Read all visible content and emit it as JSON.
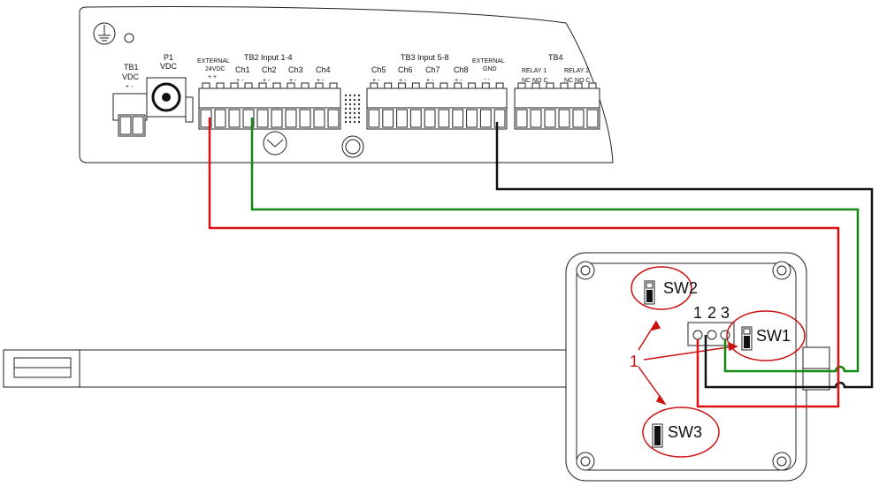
{
  "controller": {
    "tb1": {
      "label": "TB1",
      "sub": "VDC",
      "polarity": "+  -"
    },
    "p1": {
      "label": "P1",
      "sub": "VDC"
    },
    "tb2": {
      "title": "TB2 Input 1-4",
      "external_label": "EXTERNAL",
      "external_sub": "24VDC",
      "external_pol": "+ +",
      "channels": [
        "Ch1",
        "Ch2",
        "Ch3",
        "Ch4"
      ]
    },
    "tb3": {
      "title": "TB3 Input 5-8",
      "channels": [
        "Ch5",
        "Ch6",
        "Ch7",
        "Ch8"
      ],
      "external_label": "EXTERNAL",
      "external_sub": "GND",
      "external_pol": "-  -"
    },
    "tb4": {
      "title": "TB4",
      "relay1": "RELAY 1",
      "relay2": "RELAY 2",
      "relay_pins": "NC NO C"
    },
    "polarity": "+  -"
  },
  "sensor": {
    "pins": [
      "1",
      "2",
      "3"
    ],
    "switches": [
      "SW1",
      "SW2",
      "SW3"
    ],
    "callout": "1"
  },
  "colors": {
    "wire_power": "#dd1111",
    "wire_signal": "#118811",
    "wire_ground": "#111111",
    "callout": "#cc1111"
  }
}
